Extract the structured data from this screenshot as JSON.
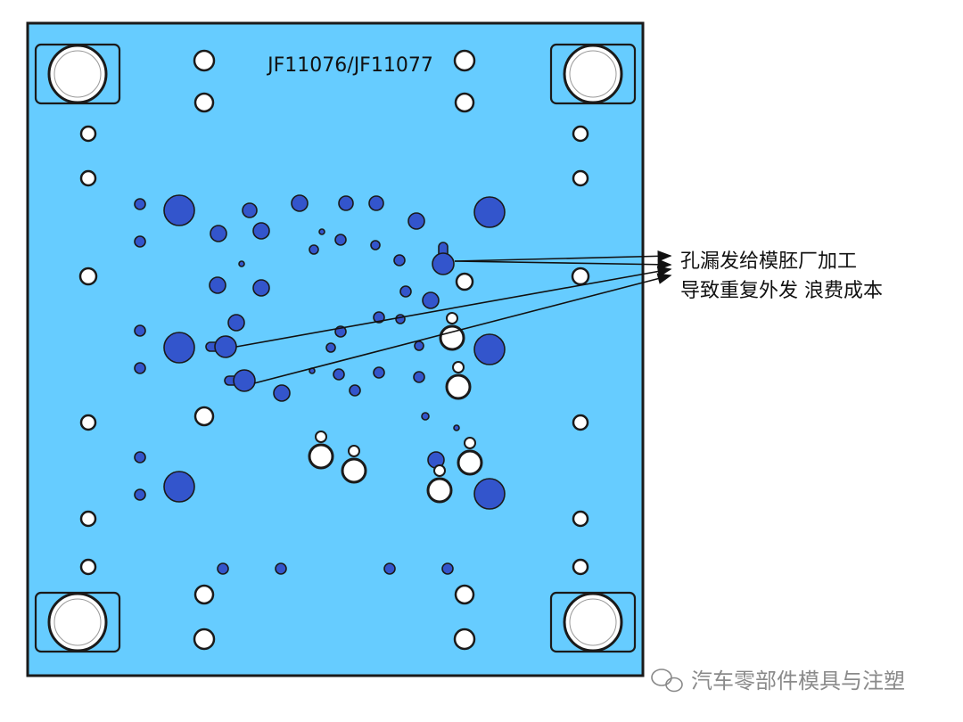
{
  "plate": {
    "part_number": "JF11076/JF11077",
    "fill_color": "#66ccff",
    "outline_color": "#1a1a1a",
    "missed_hole_color": "#3355cc",
    "open_hole_color": "#ffffff"
  },
  "annotation": {
    "lines": [
      "孔漏发给模胚厂加工",
      "导致重复外发 浪费成本"
    ]
  },
  "watermark": {
    "brand_text": "汽车零部件模具与注塑",
    "icon": "wechat-icon"
  }
}
